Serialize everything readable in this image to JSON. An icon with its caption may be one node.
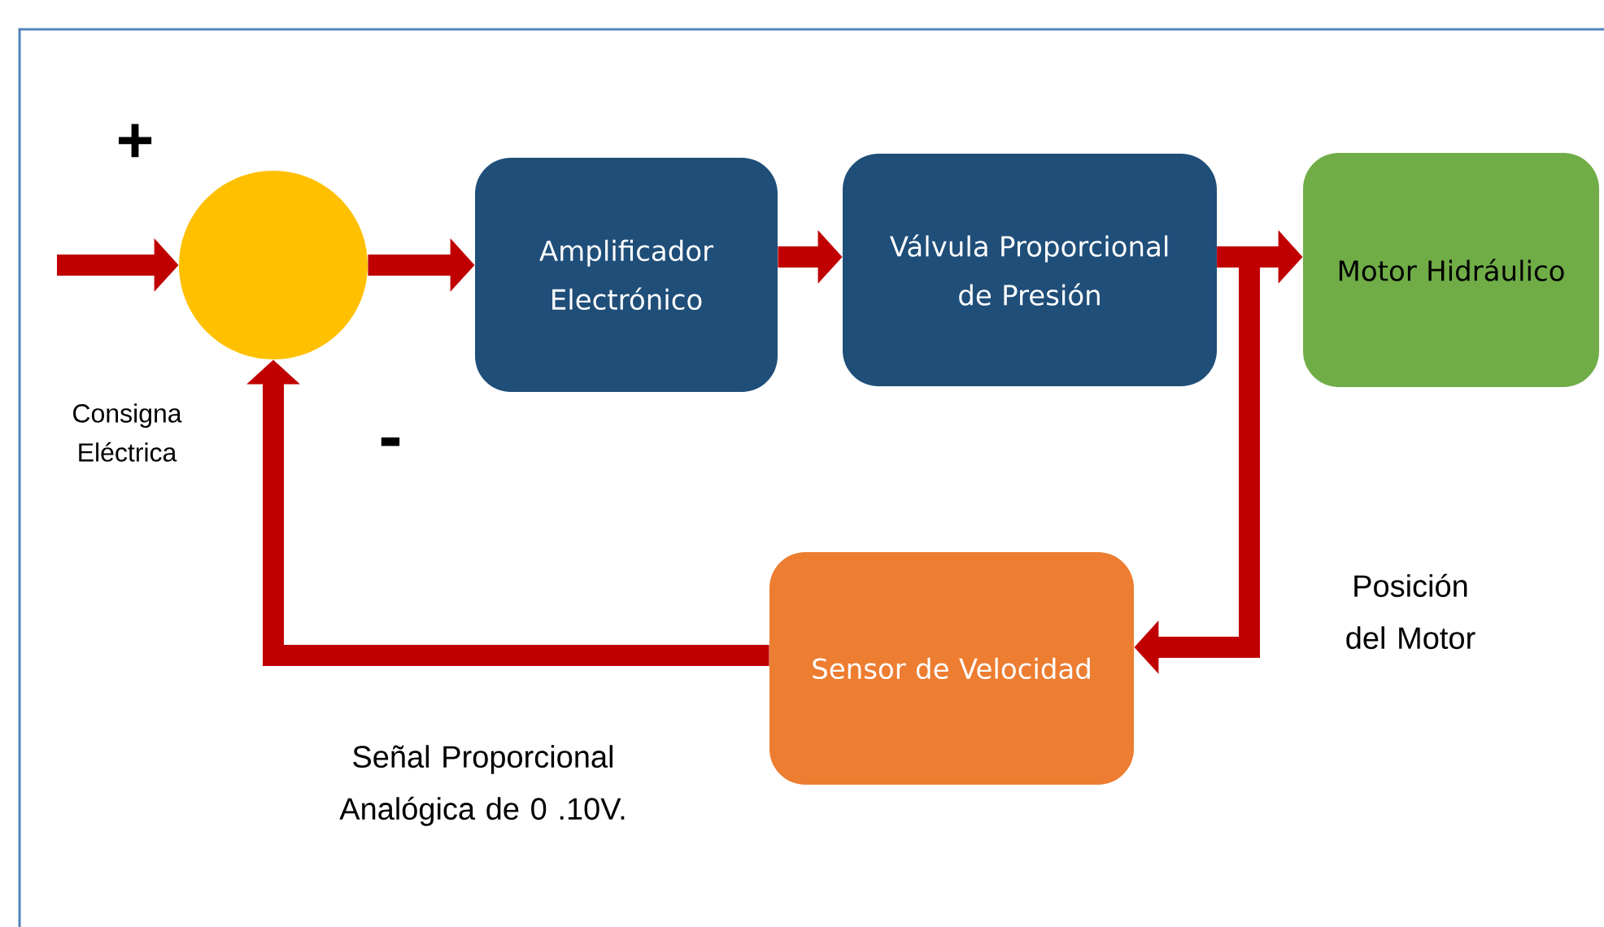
{
  "diagram": {
    "nodes": [
      {
        "text": [],
        "shape": "circle"
      },
      {
        "text": [
          "Amplificador Electrónico"
        ]
      },
      {
        "text": [
          "Válvula Proporcional de Presión"
        ]
      },
      {
        "text": [
          "Motor Hidráulico"
        ]
      },
      {
        "text": [
          "Sensor de Velocidad"
        ]
      }
    ],
    "edges": [
      {
        "from": null,
        "to": 0,
        "arrow": "to"
      },
      {
        "from": 0,
        "to": 1,
        "arrow": "to"
      },
      {
        "from": 1,
        "to": 2,
        "arrow": "to"
      },
      {
        "from": 2,
        "to": 3,
        "arrow": "to"
      },
      {
        "from": 2,
        "to": 4,
        "arrow": "to"
      },
      {
        "from": 4,
        "to": 0,
        "arrow": "to"
      }
    ],
    "labels": [
      "+",
      "Consigna Eléctrica",
      "-",
      "Posición del Motor",
      "Señal Proporcional Analógica de 0 .10V."
    ]
  }
}
